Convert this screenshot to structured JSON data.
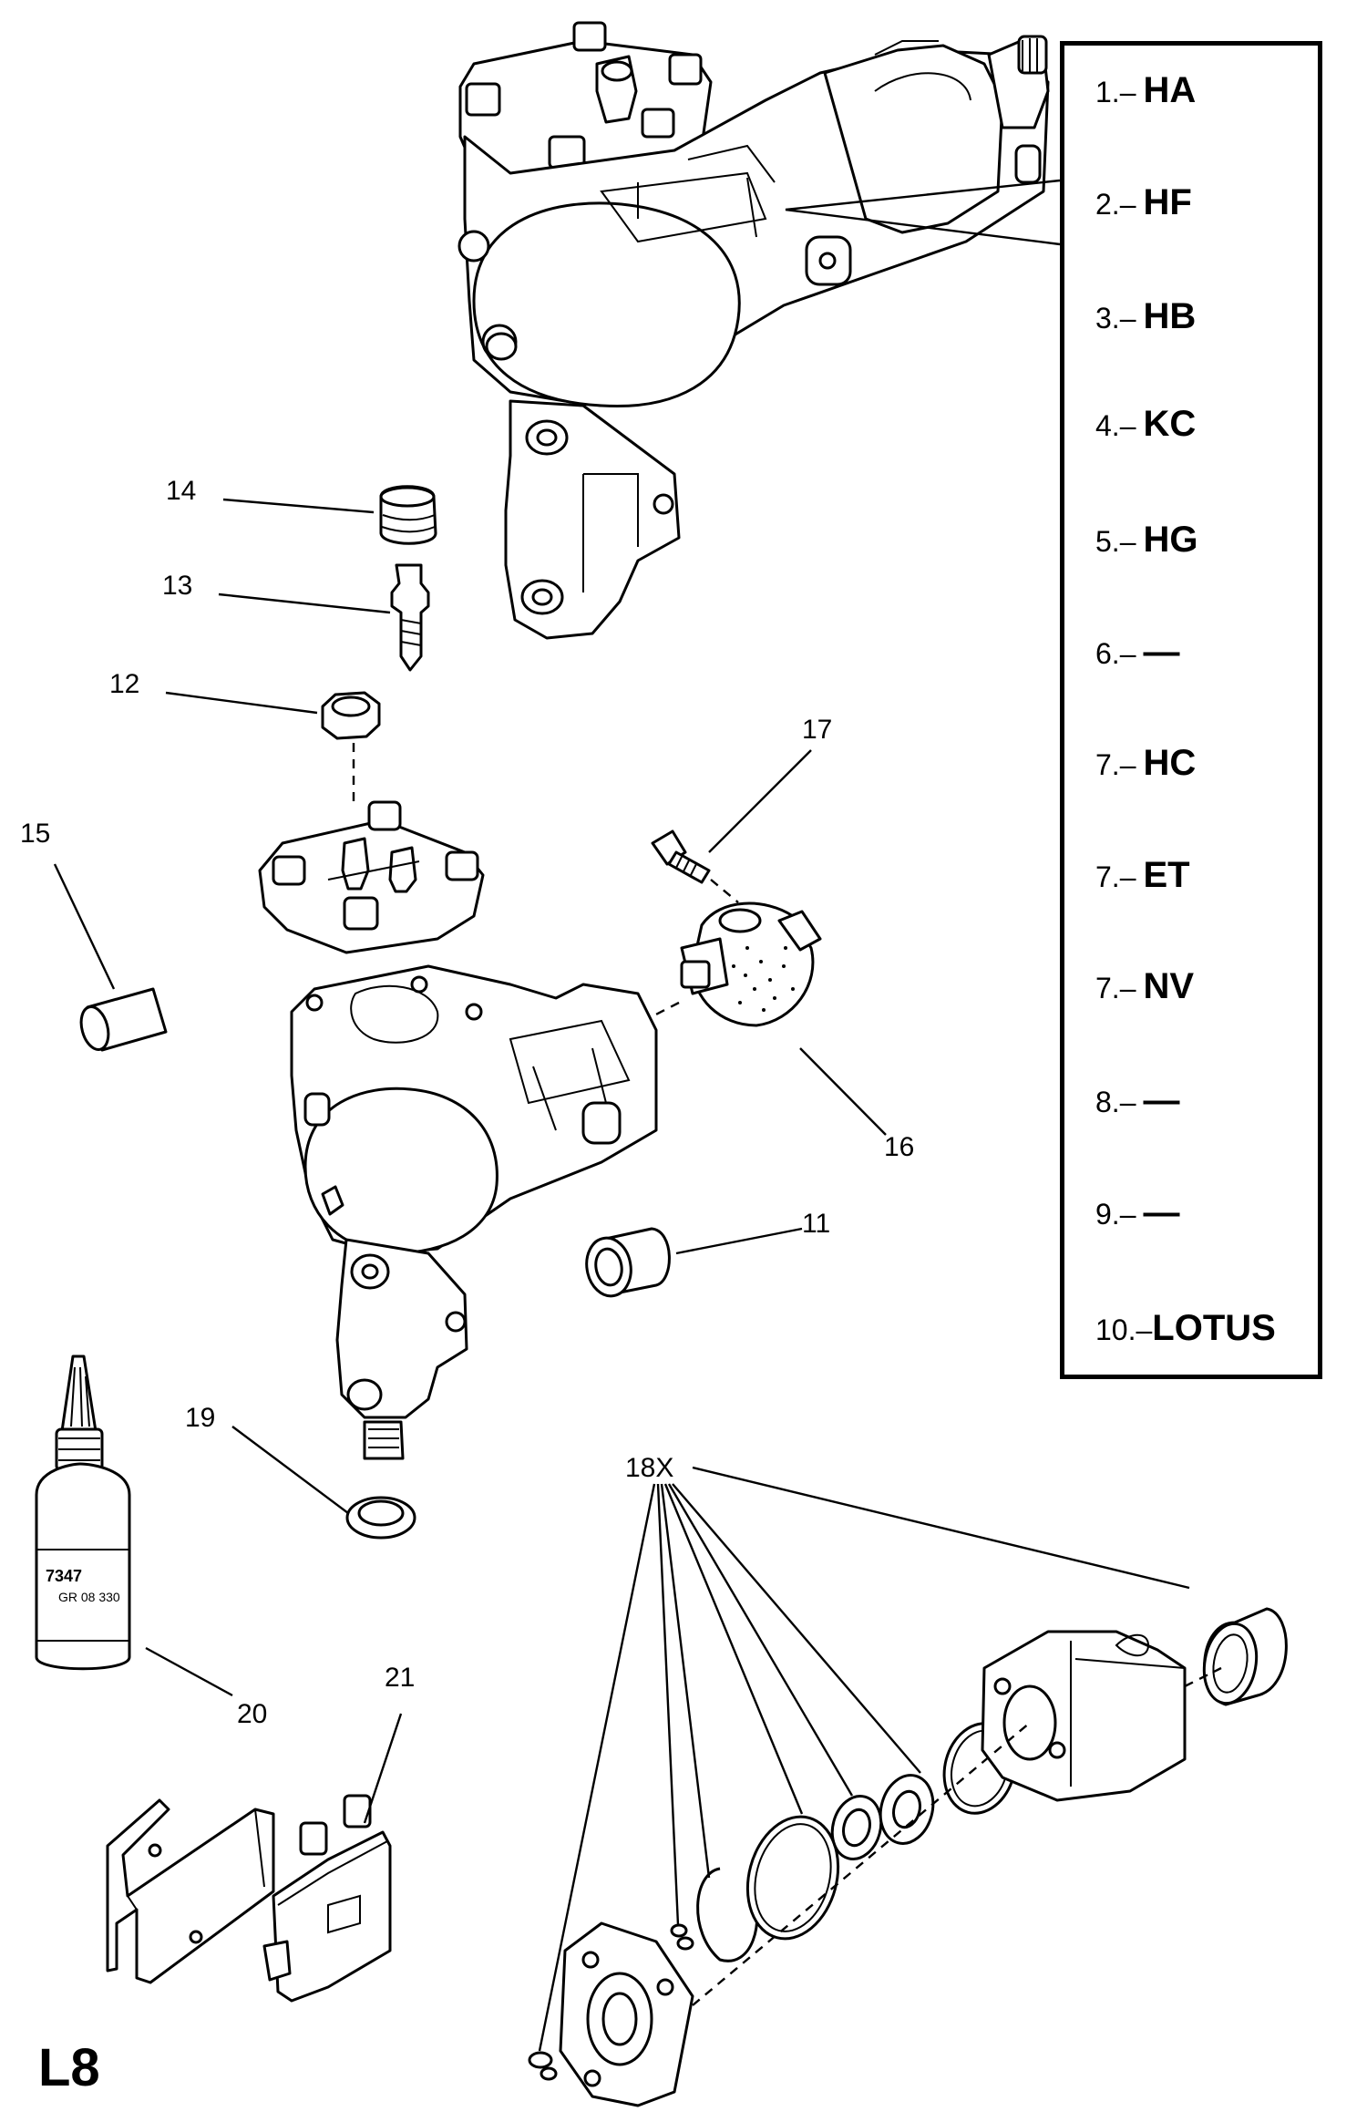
{
  "sheet_label": "L8",
  "legend": [
    {
      "num": "1.–",
      "code": "HA"
    },
    {
      "num": "2.–",
      "code": "HF"
    },
    {
      "num": "3.–",
      "code": "HB"
    },
    {
      "num": "4.–",
      "code": "KC"
    },
    {
      "num": "5.–",
      "code": "HG"
    },
    {
      "num": "6.–",
      "code": "—"
    },
    {
      "num": "7.–",
      "code": "HC"
    },
    {
      "num": "7.–",
      "code": "ET"
    },
    {
      "num": "7.–",
      "code": "NV"
    },
    {
      "num": "8.–",
      "code": "—"
    },
    {
      "num": "9.–",
      "code": "—"
    },
    {
      "num": "10.–",
      "code": "LOTUS"
    }
  ],
  "callouts": {
    "c11": "11",
    "c12": "12",
    "c13": "13",
    "c14": "14",
    "c15": "15",
    "c16": "16",
    "c17": "17",
    "c18": "18X",
    "c19": "19",
    "c20": "20",
    "c21": "21"
  },
  "bottle_label": {
    "line1": "7347",
    "line2": "GR 08 330"
  }
}
